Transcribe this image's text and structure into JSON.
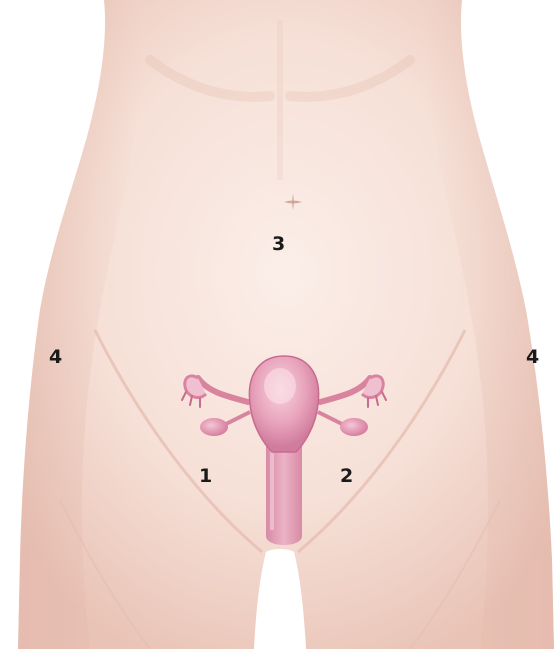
{
  "figure": {
    "subject": "female-abdomen-pelvis-with-uterus",
    "colors": {
      "skin_light": "#f8e7df",
      "skin_mid": "#efcfc3",
      "skin_shadow": "#e3b6a8",
      "organ_pink": "#e69ab5",
      "organ_light": "#f2c2d2",
      "organ_dark": "#c96b8e"
    }
  },
  "labels": {
    "region_1": "1",
    "region_2": "2",
    "region_3": "3",
    "region_4_left": "4",
    "region_4_right": "4"
  }
}
